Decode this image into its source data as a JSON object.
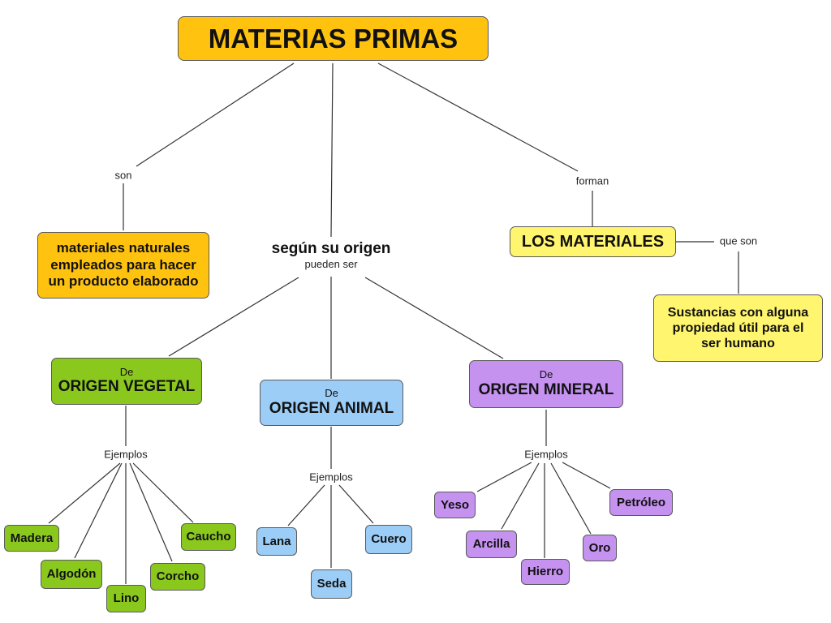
{
  "title": "MATERIAS PRIMAS",
  "definition": "materiales naturales empleados para hacer un producto elaborado",
  "materials": "LOS MATERIALES",
  "materials_def": "Sustancias con alguna propiedad útil para el ser humano",
  "origin_title": "según su origen",
  "links": {
    "son": "son",
    "forman": "forman",
    "que_son": "que son",
    "pueden_ser": "pueden ser",
    "ejemplos": "Ejemplos"
  },
  "categories": [
    {
      "prefix": "De",
      "name": "ORIGEN VEGETAL",
      "color": "#8bc81e",
      "examples": [
        "Madera",
        "Algodón",
        "Lino",
        "Corcho",
        "Caucho"
      ]
    },
    {
      "prefix": "De",
      "name": "ORIGEN ANIMAL",
      "color": "#9ccdf6",
      "examples": [
        "Lana",
        "Seda",
        "Cuero"
      ]
    },
    {
      "prefix": "De",
      "name": "ORIGEN MINERAL",
      "color": "#c592f0",
      "examples": [
        "Yeso",
        "Arcilla",
        "Hierro",
        "Oro",
        "Petróleo"
      ]
    }
  ],
  "colors": {
    "root": "#ffc20e",
    "materials": "#fff56e",
    "vegetal": "#8bc81e",
    "animal": "#9ccdf6",
    "mineral": "#c592f0"
  }
}
